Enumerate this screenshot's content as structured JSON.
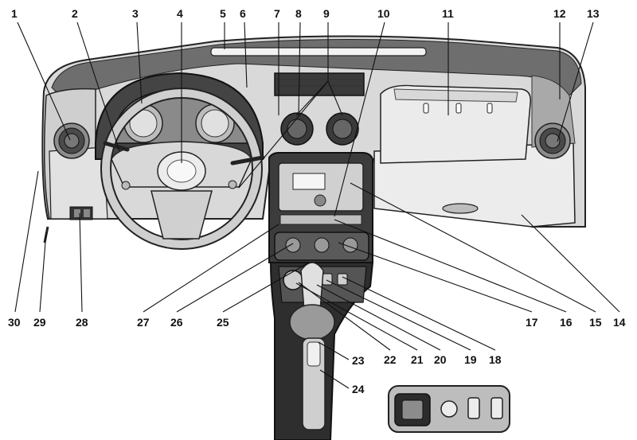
{
  "callouts": [
    {
      "id": "1",
      "label": "1"
    },
    {
      "id": "2",
      "label": "2"
    },
    {
      "id": "3",
      "label": "3"
    },
    {
      "id": "4",
      "label": "4"
    },
    {
      "id": "5",
      "label": "5"
    },
    {
      "id": "6",
      "label": "6"
    },
    {
      "id": "7",
      "label": "7"
    },
    {
      "id": "8",
      "label": "8"
    },
    {
      "id": "9",
      "label": "9"
    },
    {
      "id": "10",
      "label": "10"
    },
    {
      "id": "11",
      "label": "11"
    },
    {
      "id": "12",
      "label": "12"
    },
    {
      "id": "13",
      "label": "13"
    },
    {
      "id": "14",
      "label": "14"
    },
    {
      "id": "15",
      "label": "15"
    },
    {
      "id": "16",
      "label": "16"
    },
    {
      "id": "17",
      "label": "17"
    },
    {
      "id": "18",
      "label": "18"
    },
    {
      "id": "19",
      "label": "19"
    },
    {
      "id": "20",
      "label": "20"
    },
    {
      "id": "21",
      "label": "21"
    },
    {
      "id": "22",
      "label": "22"
    },
    {
      "id": "23",
      "label": "23"
    },
    {
      "id": "24",
      "label": "24"
    },
    {
      "id": "25",
      "label": "25"
    },
    {
      "id": "26",
      "label": "26"
    },
    {
      "id": "27",
      "label": "27"
    },
    {
      "id": "28",
      "label": "28"
    },
    {
      "id": "29",
      "label": "29"
    },
    {
      "id": "30",
      "label": "30"
    }
  ]
}
